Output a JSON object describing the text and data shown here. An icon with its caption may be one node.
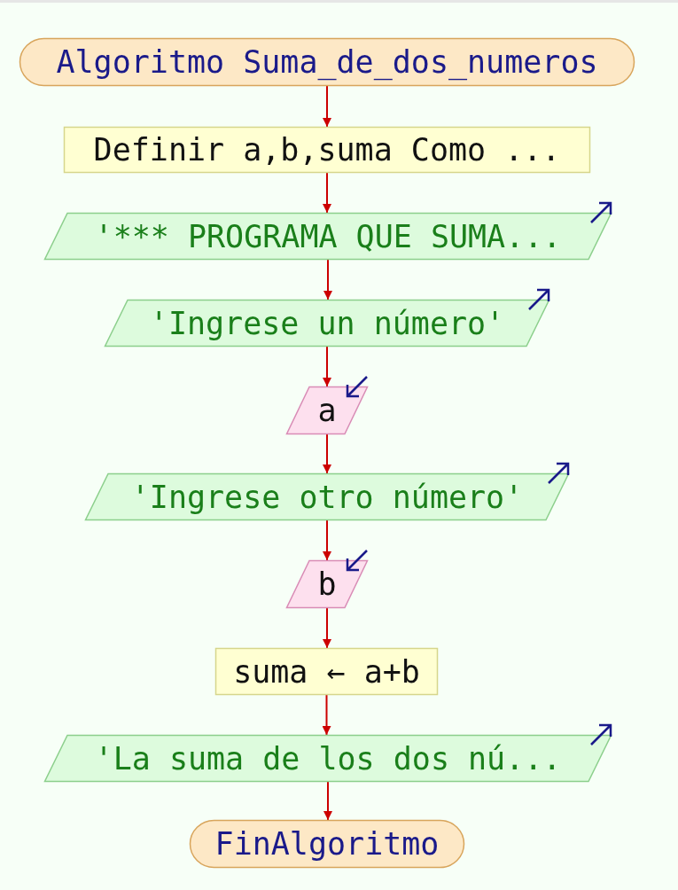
{
  "diagram": {
    "nodes": [
      {
        "text": [
          "Algoritmo Suma_de_dos_numeros"
        ]
      },
      {
        "text": [
          "Definir a,b,suma Como ..."
        ]
      },
      {
        "text": [
          "'*** PROGRAMA QUE SUMA..."
        ]
      },
      {
        "text": [
          "'Ingrese un número'"
        ]
      },
      {
        "text": [
          "a"
        ]
      },
      {
        "text": [
          "'Ingrese otro número'"
        ]
      },
      {
        "text": [
          "b"
        ]
      },
      {
        "text": [
          "suma ← a+b"
        ]
      },
      {
        "text": [
          "'La suma de los dos nú..."
        ]
      },
      {
        "text": [
          "FinAlgoritmo"
        ]
      }
    ],
    "edges": [
      {
        "from": 0,
        "to": 1,
        "arrow": "to"
      },
      {
        "from": 1,
        "to": 2,
        "arrow": "to"
      },
      {
        "from": 2,
        "to": 3,
        "arrow": "to"
      },
      {
        "from": 3,
        "to": 4,
        "arrow": "to"
      },
      {
        "from": 4,
        "to": 5,
        "arrow": "to"
      },
      {
        "from": 5,
        "to": 6,
        "arrow": "to"
      },
      {
        "from": 6,
        "to": 7,
        "arrow": "to"
      },
      {
        "from": 7,
        "to": 8,
        "arrow": "to"
      },
      {
        "from": 8,
        "to": 9,
        "arrow": "to"
      }
    ]
  }
}
